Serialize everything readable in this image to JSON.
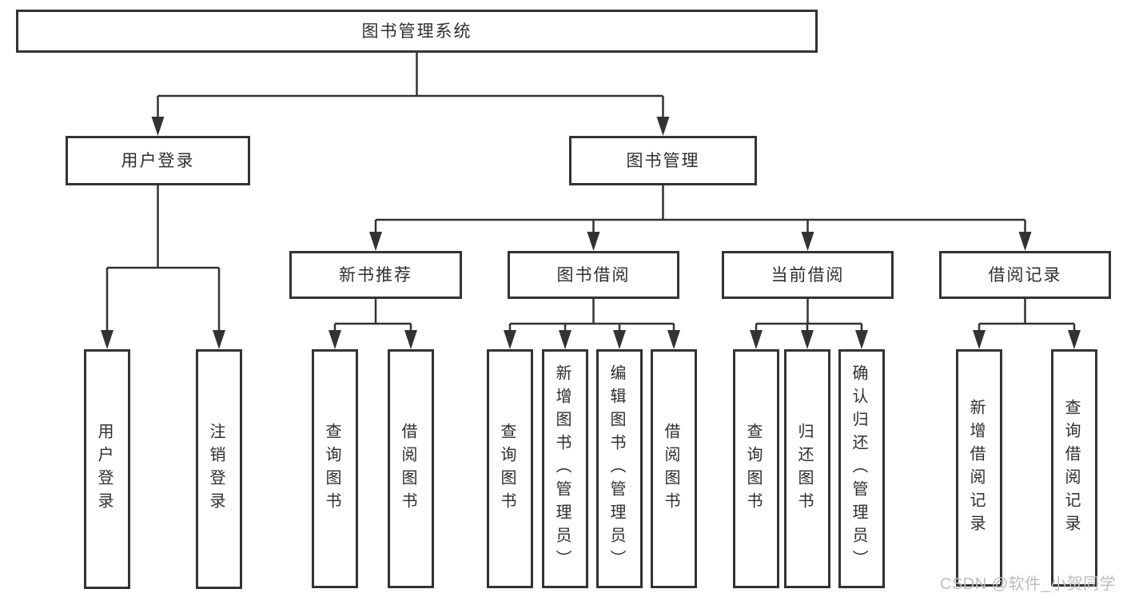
{
  "nodes": {
    "root": {
      "label": "图书管理系统"
    },
    "level2": [
      {
        "label": "用户登录"
      },
      {
        "label": "图书管理"
      }
    ],
    "level3": [
      {
        "label": "新书推荐"
      },
      {
        "label": "图书借阅"
      },
      {
        "label": "当前借阅"
      },
      {
        "label": "借阅记录"
      }
    ],
    "leaves": {
      "user_login": [
        "用户登录",
        "注销登录"
      ],
      "new_book_recommend": [
        "查询图书",
        "借阅图书"
      ],
      "book_borrow": [
        "查询图书",
        "新增图书（管理员）",
        "编辑图书（管理员）",
        "借阅图书"
      ],
      "current_borrow": [
        "查询图书",
        "归还图书",
        "确认归还（管理员）"
      ],
      "borrow_records": [
        "新增借阅记录",
        "查询借阅记录"
      ]
    }
  },
  "watermark": "CSDN @软件_小贺同学",
  "colors": {
    "line": "#333333",
    "text": "#2e2e2e",
    "background": "#ffffff",
    "watermark": "#bdbdbd"
  }
}
